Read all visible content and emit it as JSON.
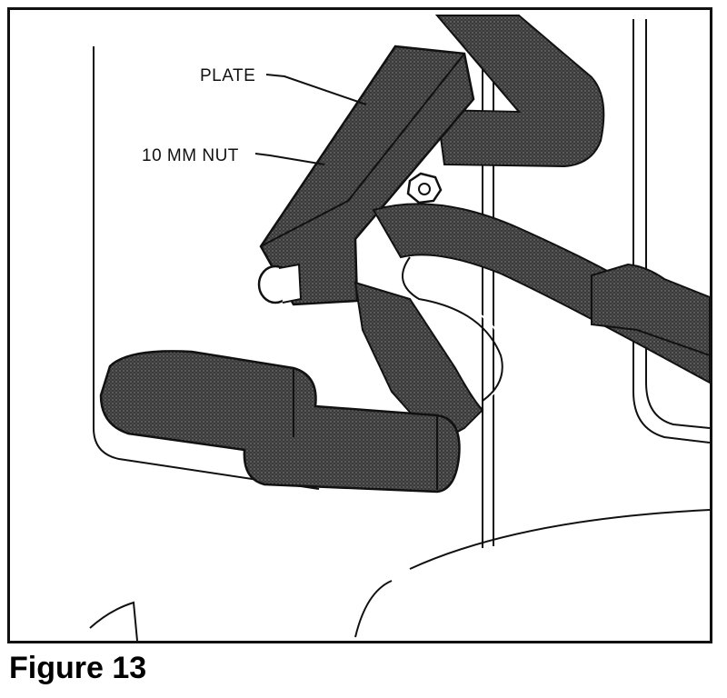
{
  "figure": {
    "caption": "Figure 13",
    "callouts": {
      "plate": "PLATE",
      "nut": "10 MM NUT"
    }
  },
  "colors": {
    "ink": "#111111",
    "rubber_fill": "#3a3a3a",
    "background": "#ffffff"
  }
}
